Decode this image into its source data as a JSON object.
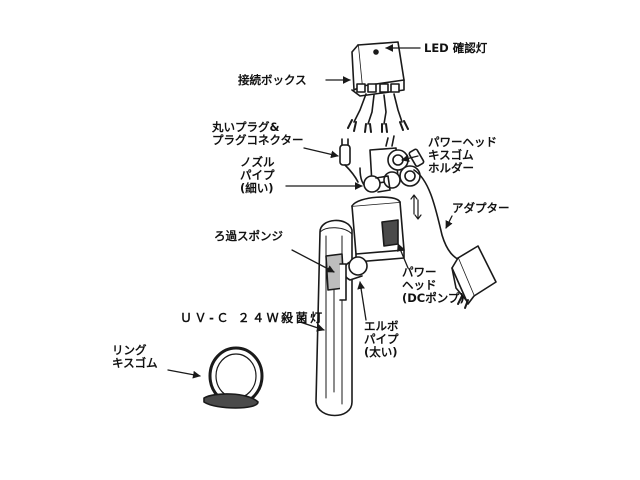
{
  "figure": {
    "colors": {
      "line": "#1a1a1a",
      "fill": "#ffffff",
      "shade": "#bdbdbd",
      "dark": "#4a4a4a"
    },
    "labels": {
      "led_indicator": "LED 確認灯",
      "junction_box": "接続ボックス",
      "plug_connector": [
        "丸いプラグ&",
        "プラグコネクター"
      ],
      "nozzle_pipe": [
        "ノズル",
        "パイプ",
        "(細い)"
      ],
      "powerhead_suction_holder": [
        "パワーヘッド",
        "キスゴム",
        "ホルダー"
      ],
      "adapter": "アダプター",
      "filter_sponge": "ろ過スポンジ",
      "powerhead_pump": [
        "パワー",
        "ヘッド",
        "(DCポンプ)"
      ],
      "uvc_lamp": "ＵＶ-Ｃ ２４Ｗ殺菌灯",
      "elbow_pipe": [
        "エルボ",
        "パイプ",
        "(太い)"
      ],
      "ring_suction_cup": [
        "リング",
        "キスゴム"
      ]
    }
  }
}
